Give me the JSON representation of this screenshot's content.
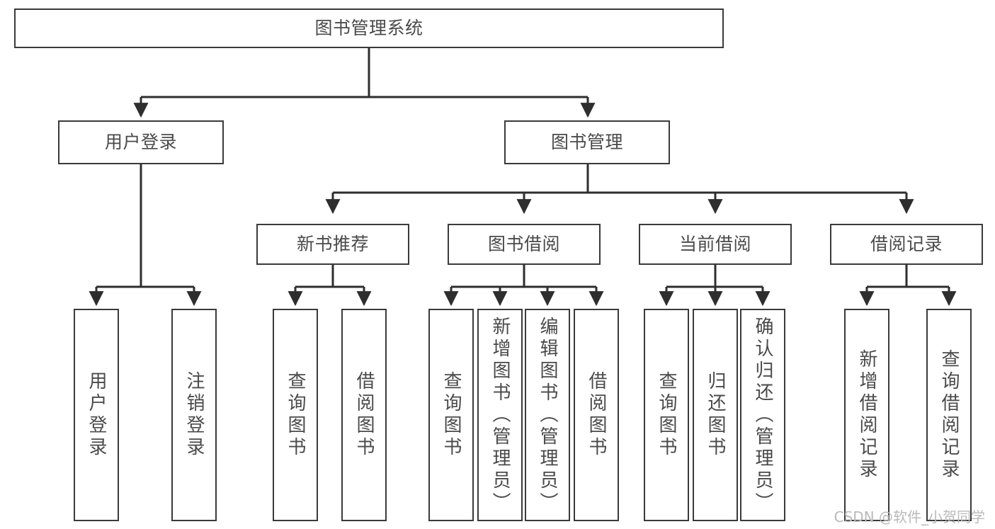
{
  "diagram": {
    "title": "图书管理系统",
    "type": "tree-hierarchy-chart",
    "orientation": "top-down",
    "colors": {
      "box_border": "#3a3a3a",
      "box_fill": "#ffffff",
      "edge": "#2e2e2e",
      "text": "#4a4a4a",
      "watermark": "#b9b9b9",
      "background": "#ffffff"
    }
  },
  "nodes": {
    "root": {
      "label": "图书管理系统"
    },
    "level2": [
      {
        "label": "用户登录"
      },
      {
        "label": "图书管理"
      }
    ],
    "level3": [
      {
        "label": "新书推荐"
      },
      {
        "label": "图书借阅"
      },
      {
        "label": "当前借阅"
      },
      {
        "label": "借阅记录"
      }
    ],
    "leaves": {
      "user_login": [
        {
          "label": "用户登录"
        },
        {
          "label": "注销登录"
        }
      ],
      "new_book_recommend": [
        {
          "label": "查询图书"
        },
        {
          "label": "借阅图书"
        }
      ],
      "book_borrow": [
        {
          "label": "查询图书"
        },
        {
          "label": "新增图书（管理员）"
        },
        {
          "label": "编辑图书（管理员）"
        },
        {
          "label": "借阅图书"
        }
      ],
      "current_borrow": [
        {
          "label": "查询图书"
        },
        {
          "label": "归还图书"
        },
        {
          "label": "确认归还（管理员）"
        }
      ],
      "borrow_record": [
        {
          "label": "新增借阅记录"
        },
        {
          "label": "查询借阅记录"
        }
      ]
    }
  },
  "watermark": {
    "text": "CSDN @软件_小贺同学"
  }
}
